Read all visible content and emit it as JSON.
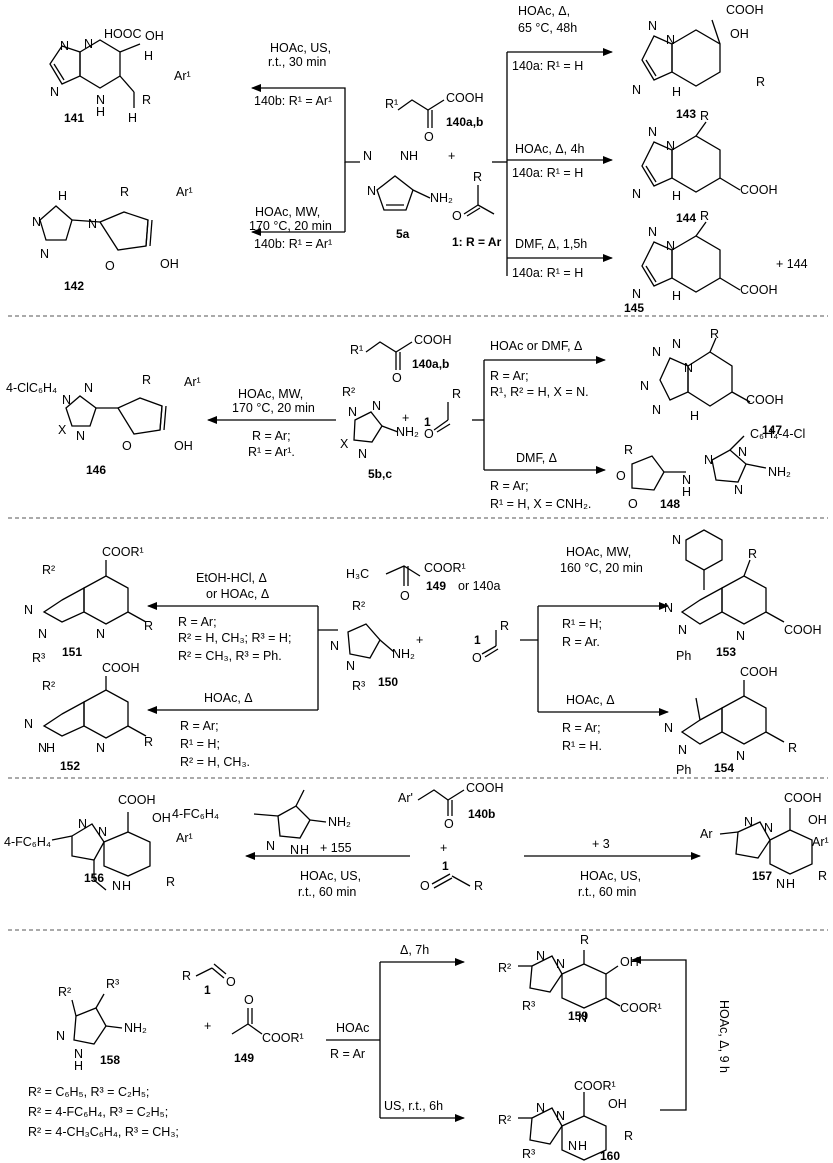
{
  "section1": {
    "acid": {
      "substituent": "R¹",
      "group": "COOH",
      "label": "140a,b"
    },
    "plus_top": "+",
    "triazole": {
      "atoms": [
        "N",
        "NH",
        "N",
        "NH₂"
      ],
      "label": "5a"
    },
    "aldehyde": {
      "r": "R",
      "label": "1: R = Ar"
    },
    "left_top": {
      "cond1": "HOAc, US,",
      "cond2": "r.t., 30 min",
      "cond3": "140b: R¹ = Ar¹",
      "product": "141",
      "groups": [
        "HOOC",
        "OH",
        "H",
        "Ar¹",
        "R",
        "H",
        "N",
        "N",
        "N",
        "N",
        "H"
      ]
    },
    "left_bottom": {
      "cond1": "HOAc, MW,",
      "cond2": "170 °C, 20 min",
      "cond3": "140b: R¹ = Ar¹",
      "product": "142",
      "groups": [
        "R",
        "Ar¹",
        "OH",
        "O",
        "N",
        "N",
        "N",
        "H"
      ]
    },
    "right_1": {
      "cond1": "HOAc, Δ,",
      "cond2": "65 °C, 48h",
      "cond3": "140a: R¹ = H",
      "product": "143",
      "groups": [
        "COOH",
        "OH",
        "R",
        "N",
        "N",
        "N",
        "H"
      ]
    },
    "right_2": {
      "cond1": "HOAc, Δ, 4h",
      "cond3": "140a: R¹ = H",
      "product": "144",
      "groups": [
        "R",
        "COOH",
        "N",
        "N",
        "N",
        "H"
      ]
    },
    "right_3": {
      "cond1": "DMF, Δ, 1,5h",
      "cond3": "140a: R¹ = H",
      "product": "145",
      "extra": "+ 144",
      "groups": [
        "R",
        "COOH",
        "N",
        "N",
        "N",
        "H"
      ]
    }
  },
  "section2": {
    "acid": {
      "substituent": "R¹",
      "group": "COOH",
      "label": "140a,b"
    },
    "plus": "+",
    "aldehyde": {
      "num": "1",
      "r": "R"
    },
    "triazole": {
      "atoms": [
        "R²",
        "N",
        "N",
        "X",
        "N",
        "NH₂"
      ],
      "label": "5b,c"
    },
    "left": {
      "cond1": "HOAc, MW,",
      "cond2": "170 °C, 20 min",
      "cond3": "R = Ar;",
      "cond4": "R¹ = Ar¹.",
      "product": "146",
      "groups": [
        "4-ClC₆H₄",
        "N",
        "N",
        "X",
        "N",
        "R",
        "Ar¹",
        "O",
        "OH"
      ]
    },
    "right_1": {
      "cond1": "HOAc or DMF, Δ",
      "cond2": "R = Ar;",
      "cond3": "R¹, R² = H, X = N.",
      "product": "147",
      "groups": [
        "R",
        "N",
        "N",
        "N",
        "N",
        "N",
        "H",
        "COOH"
      ]
    },
    "right_2": {
      "cond1": "DMF, Δ",
      "cond2": "R = Ar;",
      "cond3": "R¹ = H, X = CNH₂.",
      "product": "148",
      "groups": [
        "R",
        "O",
        "O",
        "N",
        "H",
        "N",
        "N",
        "N",
        "NH₂",
        "C₆H₄-4-Cl"
      ]
    }
  },
  "section3": {
    "ketoester": {
      "me": "H₃C",
      "group": "COOR¹",
      "label": "149",
      "alt": "or 140a"
    },
    "plus": "+",
    "aldehyde": {
      "num": "1",
      "r": "R"
    },
    "pyrazole": {
      "atoms": [
        "R²",
        "N",
        "N",
        "R³",
        "NH₂"
      ],
      "label": "150"
    },
    "left_1": {
      "cond1": "EtOH-HCl, Δ",
      "cond2": "or HOAc, Δ",
      "cond3": "R = Ar;",
      "cond4": "R² = H, CH₃; R³ = H;",
      "cond5": "R² =  CH₃, R³ = Ph.",
      "product": "151",
      "groups": [
        "R²",
        "COOR¹",
        "N",
        "N",
        "N",
        "R³",
        "R"
      ]
    },
    "left_2": {
      "cond1": "HOAc, Δ",
      "cond2": "R = Ar;",
      "cond3": "R¹ = H;",
      "cond4": "R² = H, CH₃.",
      "product": "152",
      "groups": [
        "R²",
        "COOH",
        "N",
        "N",
        "H",
        "N",
        "R"
      ]
    },
    "right_1": {
      "cond1": "HOAc, MW,",
      "cond2": "160  °C, 20 min",
      "cond3": "R¹ = H;",
      "cond4": "R = Ar.",
      "product": "153",
      "groups": [
        "N",
        "R",
        "N",
        "N",
        "N",
        "Ph",
        "COOH"
      ]
    },
    "right_2": {
      "cond1": "HOAc, Δ",
      "cond2": "R = Ar;",
      "cond3": "R¹ = H.",
      "product": "154",
      "groups": [
        "COOH",
        "N",
        "N",
        "N",
        "Ph",
        "R"
      ]
    }
  },
  "section4": {
    "acid": {
      "substituent": "Ar'",
      "group": "COOH",
      "label": "140b"
    },
    "plus": "+",
    "aldehyde": {
      "num": "1",
      "r": "R"
    },
    "pyrazole": {
      "aryl": "4-FC₆H₄",
      "atoms": [
        "N",
        "N",
        "H",
        "NH₂"
      ],
      "extra": "+ 155"
    },
    "left": {
      "cond1": "HOAc, US,",
      "cond2": "r.t., 60 min",
      "product": "156",
      "groups": [
        "COOH",
        "OH",
        "4-FC₆H₄",
        "N",
        "N",
        "Ar¹",
        "N",
        "H",
        "R"
      ]
    },
    "right": {
      "cond0": "+ 3",
      "cond1": "HOAc, US,",
      "cond2": "r.t., 60 min",
      "product": "157",
      "groups": [
        "COOH",
        "OH",
        "Ar",
        "N",
        "N",
        "Ar¹",
        "N",
        "H",
        "R"
      ]
    }
  },
  "section5": {
    "aldehyde": {
      "r": "R",
      "num": "1",
      "o": "O"
    },
    "pyrazole": {
      "atoms": [
        "R²",
        "R³",
        "N",
        "N",
        "H",
        "NH₂"
      ],
      "label": "158"
    },
    "plus": "+",
    "ketoester": {
      "o": "O",
      "group": "COOR¹",
      "label": "149"
    },
    "definitions": [
      "R² = C₆H₅, R³ = C₂H₅;",
      "R² = 4-FC₆H₄, R³ = C₂H₅;",
      "R² = 4-CH₃C₆H₄, R³ = CH₃;"
    ],
    "main_cond1": "HOAc",
    "main_cond2": "R = Ar",
    "upper_cond": "Δ, 7h",
    "lower_cond": "US, r.t., 6h",
    "side_cond": "HOAc, Δ, 9 h",
    "product_top": {
      "label": "159",
      "groups": [
        "R",
        "OH",
        "N",
        "N",
        "R²",
        "N",
        "R³",
        "COOR¹"
      ]
    },
    "product_bottom": {
      "label": "160",
      "groups": [
        "COOR¹",
        "OH",
        "N",
        "N",
        "R²",
        "N",
        "H",
        "R",
        "R³"
      ]
    }
  }
}
